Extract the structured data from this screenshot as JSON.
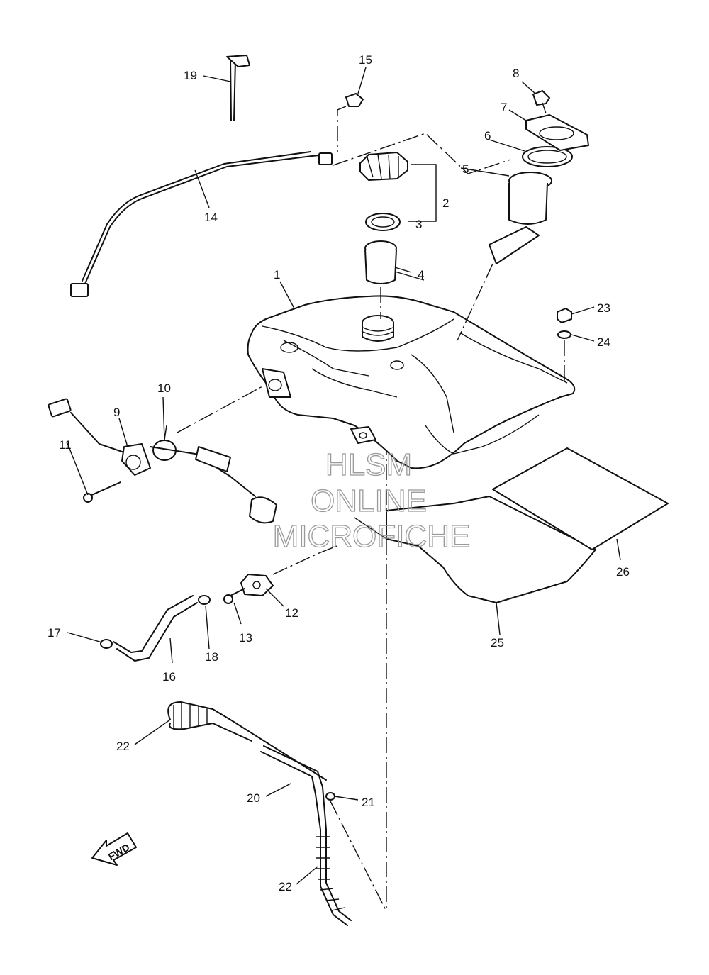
{
  "watermark": {
    "line1": "HLSM",
    "line2": "ONLINE",
    "line3": "MICROFICHE"
  },
  "direction_arrow": {
    "label": "FWD"
  },
  "callouts": [
    "1",
    "2",
    "3",
    "4",
    "5",
    "6",
    "7",
    "8",
    "9",
    "10",
    "11",
    "12",
    "13",
    "14",
    "15",
    "16",
    "17",
    "18",
    "19",
    "20",
    "21",
    "22",
    "22",
    "23",
    "24",
    "25",
    "26"
  ]
}
